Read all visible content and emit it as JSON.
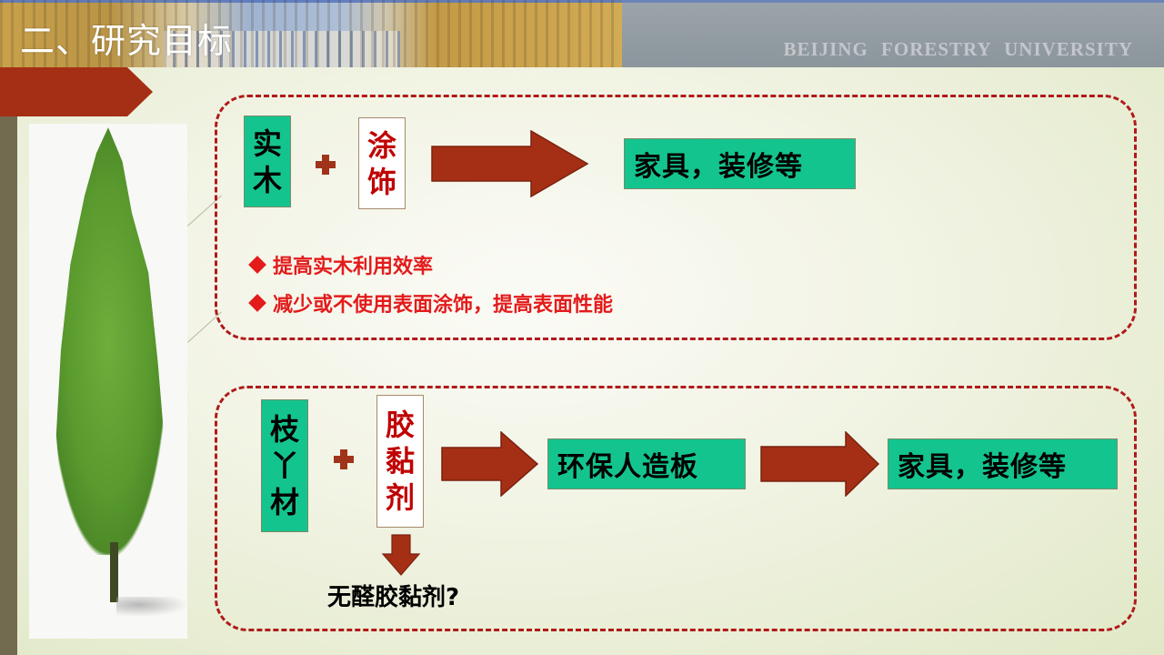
{
  "header": {
    "title": "二、研究目标",
    "institution": "BEIJING  FORESTRY  UNIVERSITY"
  },
  "colors": {
    "accent_red": "#a52f14",
    "dash_red": "#b01a1a",
    "box_green": "#14c48e",
    "bullet_red": "#e31b1b",
    "title_white": "#ffffff"
  },
  "illustration": {
    "icon": "tree-image"
  },
  "group1": {
    "material": [
      "实",
      "木"
    ],
    "operator": "plus",
    "additive": [
      "涂",
      "饰"
    ],
    "result": "家具，装修等",
    "bullets": [
      "提高实木利用效率",
      "减少或不使用表面涂饰，提高表面性能"
    ]
  },
  "group2": {
    "material": [
      "枝",
      "丫",
      "材"
    ],
    "operator": "plus",
    "additive": [
      "胶",
      "黏",
      "剂"
    ],
    "intermediate": "环保人造板",
    "result": "家具，装修等",
    "question": "无醛胶黏剂?"
  }
}
